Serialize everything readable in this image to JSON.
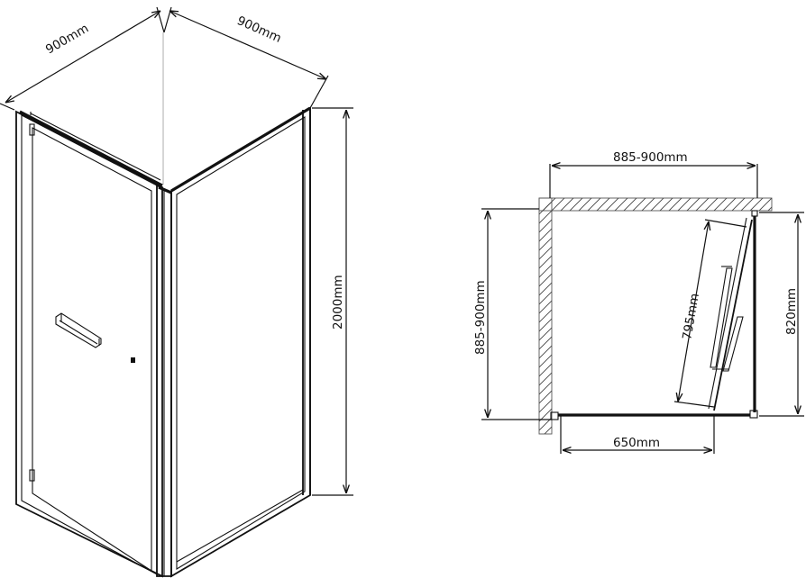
{
  "perspective_view": {
    "width_left": "900mm",
    "width_right": "900mm",
    "height": "2000mm"
  },
  "plan_view": {
    "depth_range": "885-900mm",
    "width_range": "885-900mm",
    "panel_width": "820mm",
    "door_opening_diag": "795mm",
    "door_entrance": "650mm"
  }
}
